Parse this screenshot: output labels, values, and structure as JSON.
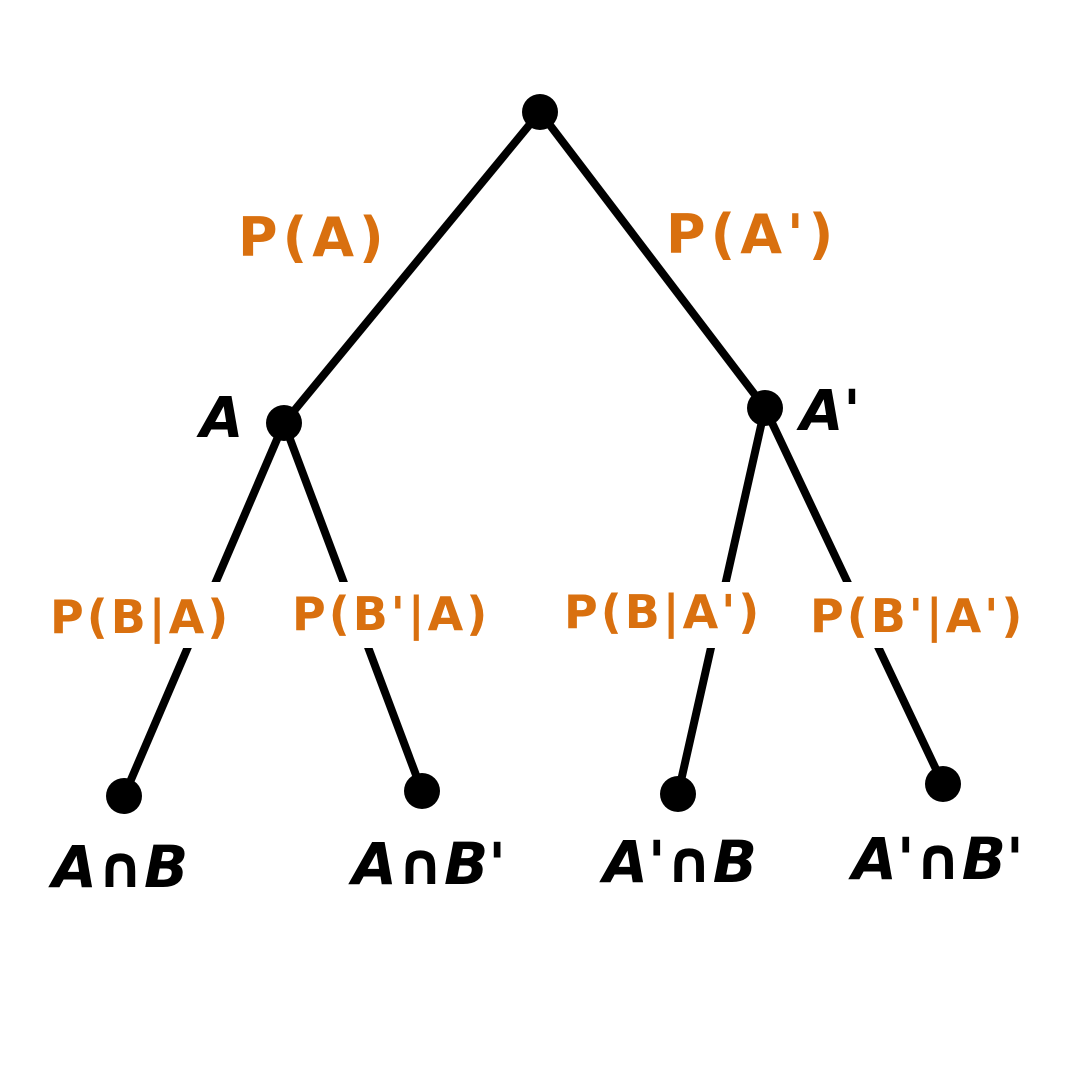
{
  "colors": {
    "probability": "#d9700f",
    "lines": "#000000",
    "nodes": "#000000",
    "background": "#ffffff"
  },
  "branches": {
    "p_a": "P(A)",
    "p_a_prime": "P(A')",
    "p_b_given_a": "P(B|A)",
    "p_b_prime_given_a": "P(B'|A)",
    "p_b_given_a_prime": "P(B|A')",
    "p_b_prime_given_a_prime": "P(B'|A')"
  },
  "events": {
    "a": "A",
    "a_prime": "A'",
    "a_and_b": "A∩B",
    "a_and_b_prime": "A∩B'",
    "a_prime_and_b": "A'∩B",
    "a_prime_and_b_prime": "A'∩B'"
  }
}
